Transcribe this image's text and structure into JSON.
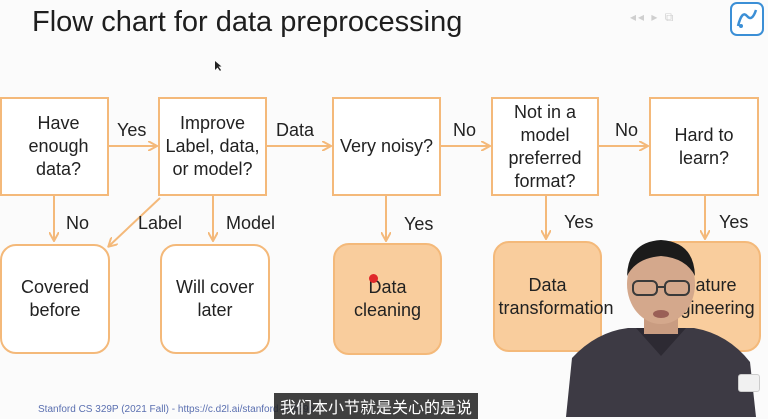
{
  "slide": {
    "title": "Flow chart for data preprocessing",
    "nodes": {
      "have_data": "Have enough data?",
      "improve": "Improve Label, data, or model?",
      "noisy": "Very noisy?",
      "format": "Not in a model preferred format?",
      "hard": "Hard to learn?",
      "covered": "Covered before",
      "will_cover": "Will cover later",
      "cleaning": "Data cleaning",
      "transformation": "Data transformation",
      "feature": "Feature engineering"
    },
    "edges": {
      "yes_1": "Yes",
      "data": "Data",
      "no_1": "No",
      "no_2": "No",
      "no_3": "No",
      "label": "Label",
      "model": "Model",
      "yes_2": "Yes",
      "yes_3": "Yes",
      "yes_4": "Yes"
    },
    "footer": "Stanford CS 329P (2021 Fall) - https://c.d2l.ai/stanford-cs329p"
  },
  "video": {
    "subtitle": "我们本小节就是关心的是说"
  },
  "colors": {
    "box_border": "#f4b97a",
    "box_fill": "#f9cd9d",
    "arrow": "#f4b97a"
  }
}
